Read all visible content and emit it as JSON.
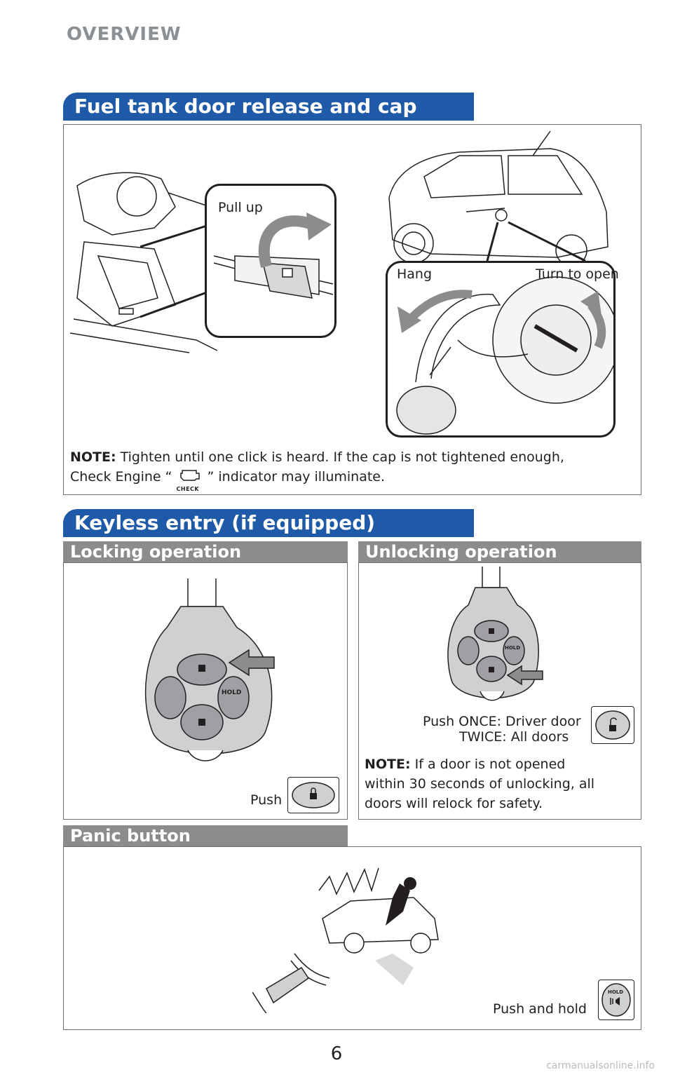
{
  "page": {
    "section_title": "OVERVIEW",
    "page_number": "6",
    "watermark": "carmanualsonline.info"
  },
  "fuel": {
    "header": "Fuel tank door release and cap",
    "pull_up_label": "Pull up",
    "hang_label": "Hang",
    "turn_label": "Turn to open",
    "note_label": "NOTE:",
    "note_text_1": " Tighten until one click is heard. If the cap is not tightened enough,",
    "note_text_2a": "Check Engine “",
    "note_text_2b": "” indicator may illuminate.",
    "check_icon_text": "CHECK"
  },
  "keyless": {
    "header": "Keyless entry (if equipped)",
    "locking": {
      "title": "Locking operation",
      "push_label": "Push"
    },
    "unlocking": {
      "title": "Unlocking operation",
      "push_once": "Push ONCE: Driver door",
      "twice": "TWICE: All doors",
      "note_label": "NOTE:",
      "note_line1": " If a door is not opened",
      "note_line2": "within 30 seconds of unlocking, all",
      "note_line3": "doors will relock for safety."
    },
    "panic": {
      "title": "Panic button",
      "push_hold": "Push and hold"
    },
    "hold_text": "HOLD"
  },
  "colors": {
    "brand_blue": "#1f5aa8",
    "sub_header_gray": "#8a8c8e",
    "arrow_gray": "#8a8c8e"
  }
}
